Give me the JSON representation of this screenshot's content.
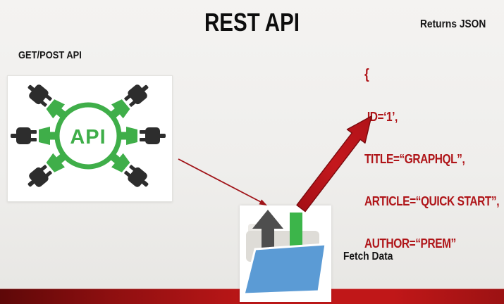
{
  "title": "REST API",
  "annotations": {
    "returns_json": "Returns JSON",
    "get_post_api": "GET/POST API",
    "fetch_data": "Fetch Data"
  },
  "api_illustration": {
    "circle_label": "API",
    "description": "green API circle connected to six plug connectors"
  },
  "json_snippet": {
    "open_brace": "{",
    "lines": [
      " ID=‘1’,",
      "TITLE=“GRAPHQL”,",
      "ARTICLE=“QUICK START”,",
      "AUTHOR=“PREM”"
    ]
  },
  "colors": {
    "json_text_red": "#af1418",
    "big_arrow_red": "#c0161d",
    "thin_arrow_red": "#a01318",
    "api_green": "#3fae49",
    "plug_black": "#2d2d2d",
    "folder_blue": "#5b9bd5",
    "folder_up_arrow_gray": "#4e4e4e",
    "folder_down_arrow_green": "#3cb54a",
    "footer_bar_red": "#c01718"
  }
}
